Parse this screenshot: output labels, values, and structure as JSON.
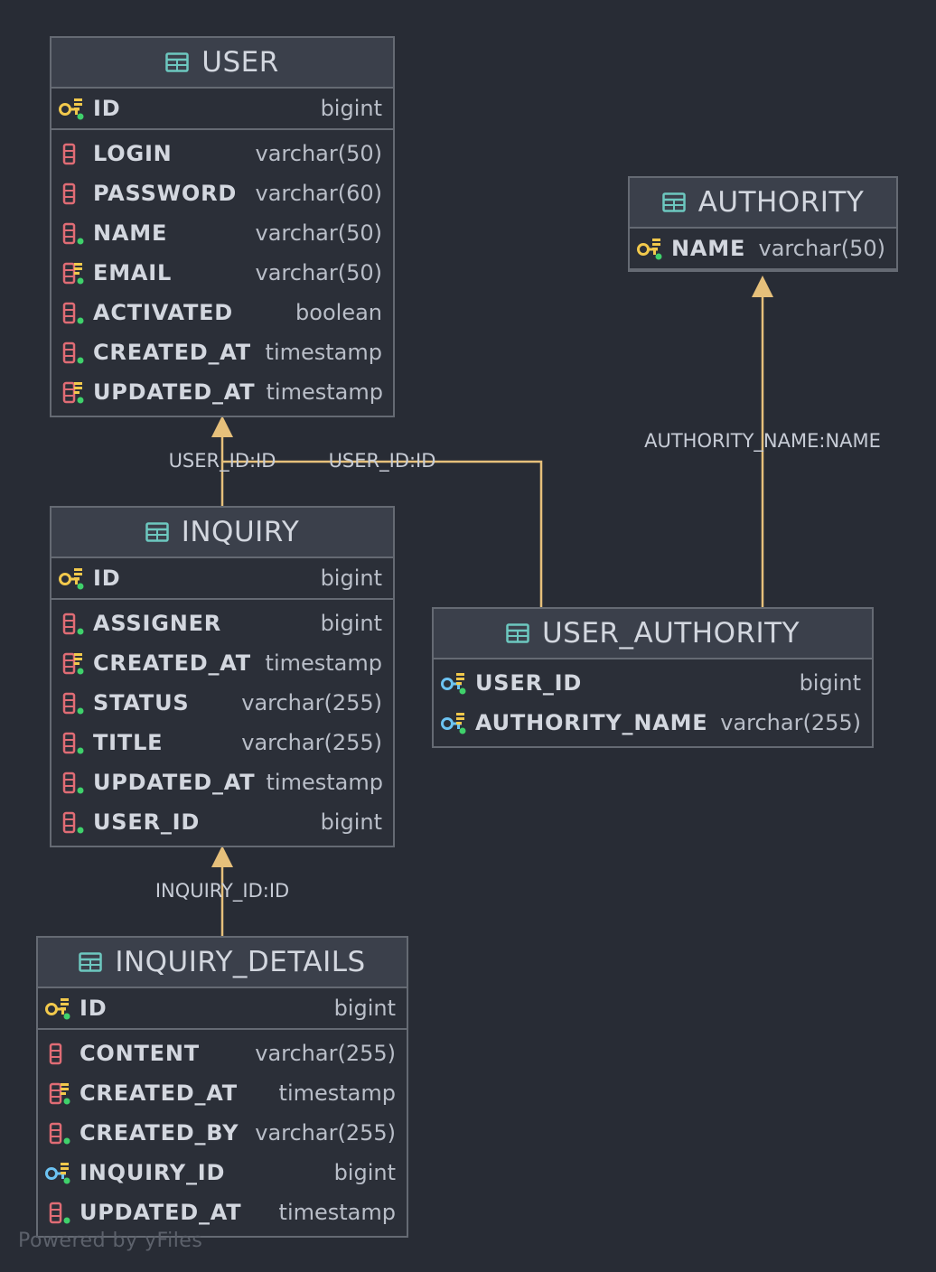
{
  "tables": {
    "user": {
      "title": "USER",
      "pk": [
        {
          "name": "ID",
          "type": "bigint"
        }
      ],
      "columns": [
        {
          "name": "LOGIN",
          "type": "varchar(50)"
        },
        {
          "name": "PASSWORD",
          "type": "varchar(60)"
        },
        {
          "name": "NAME",
          "type": "varchar(50)"
        },
        {
          "name": "EMAIL",
          "type": "varchar(50)"
        },
        {
          "name": "ACTIVATED",
          "type": "boolean"
        },
        {
          "name": "CREATED_AT",
          "type": "timestamp"
        },
        {
          "name": "UPDATED_AT",
          "type": "timestamp"
        }
      ]
    },
    "authority": {
      "title": "AUTHORITY",
      "pk": [
        {
          "name": "NAME",
          "type": "varchar(50)"
        }
      ],
      "columns": []
    },
    "inquiry": {
      "title": "INQUIRY",
      "pk": [
        {
          "name": "ID",
          "type": "bigint"
        }
      ],
      "columns": [
        {
          "name": "ASSIGNER",
          "type": "bigint"
        },
        {
          "name": "CREATED_AT",
          "type": "timestamp"
        },
        {
          "name": "STATUS",
          "type": "varchar(255)"
        },
        {
          "name": "TITLE",
          "type": "varchar(255)"
        },
        {
          "name": "UPDATED_AT",
          "type": "timestamp"
        },
        {
          "name": "USER_ID",
          "type": "bigint"
        }
      ]
    },
    "user_authority": {
      "title": "USER_AUTHORITY",
      "pk": [],
      "columns": [
        {
          "name": "USER_ID",
          "type": "bigint"
        },
        {
          "name": "AUTHORITY_NAME",
          "type": "varchar(255)"
        }
      ]
    },
    "inquiry_details": {
      "title": "INQUIRY_DETAILS",
      "pk": [
        {
          "name": "ID",
          "type": "bigint"
        }
      ],
      "columns": [
        {
          "name": "CONTENT",
          "type": "varchar(255)"
        },
        {
          "name": "CREATED_AT",
          "type": "timestamp"
        },
        {
          "name": "CREATED_BY",
          "type": "varchar(255)"
        },
        {
          "name": "INQUIRY_ID",
          "type": "bigint"
        },
        {
          "name": "UPDATED_AT",
          "type": "timestamp"
        }
      ]
    }
  },
  "relations": {
    "inquiry_user": "USER_ID:ID",
    "user_authority_user": "USER_ID:ID",
    "user_authority_authority": "AUTHORITY_NAME:NAME",
    "inquiry_details_inquiry": "INQUIRY_ID:ID"
  },
  "footer": "Powered by yFiles",
  "colors": {
    "background": "#282c35",
    "edge": "#e6c07b",
    "pk_key": "#f2c94c",
    "fk_key": "#6cc3f2",
    "column": "#e06c75",
    "not_null_dot": "#3fd16b",
    "table_icon": "#6dc8c0"
  }
}
